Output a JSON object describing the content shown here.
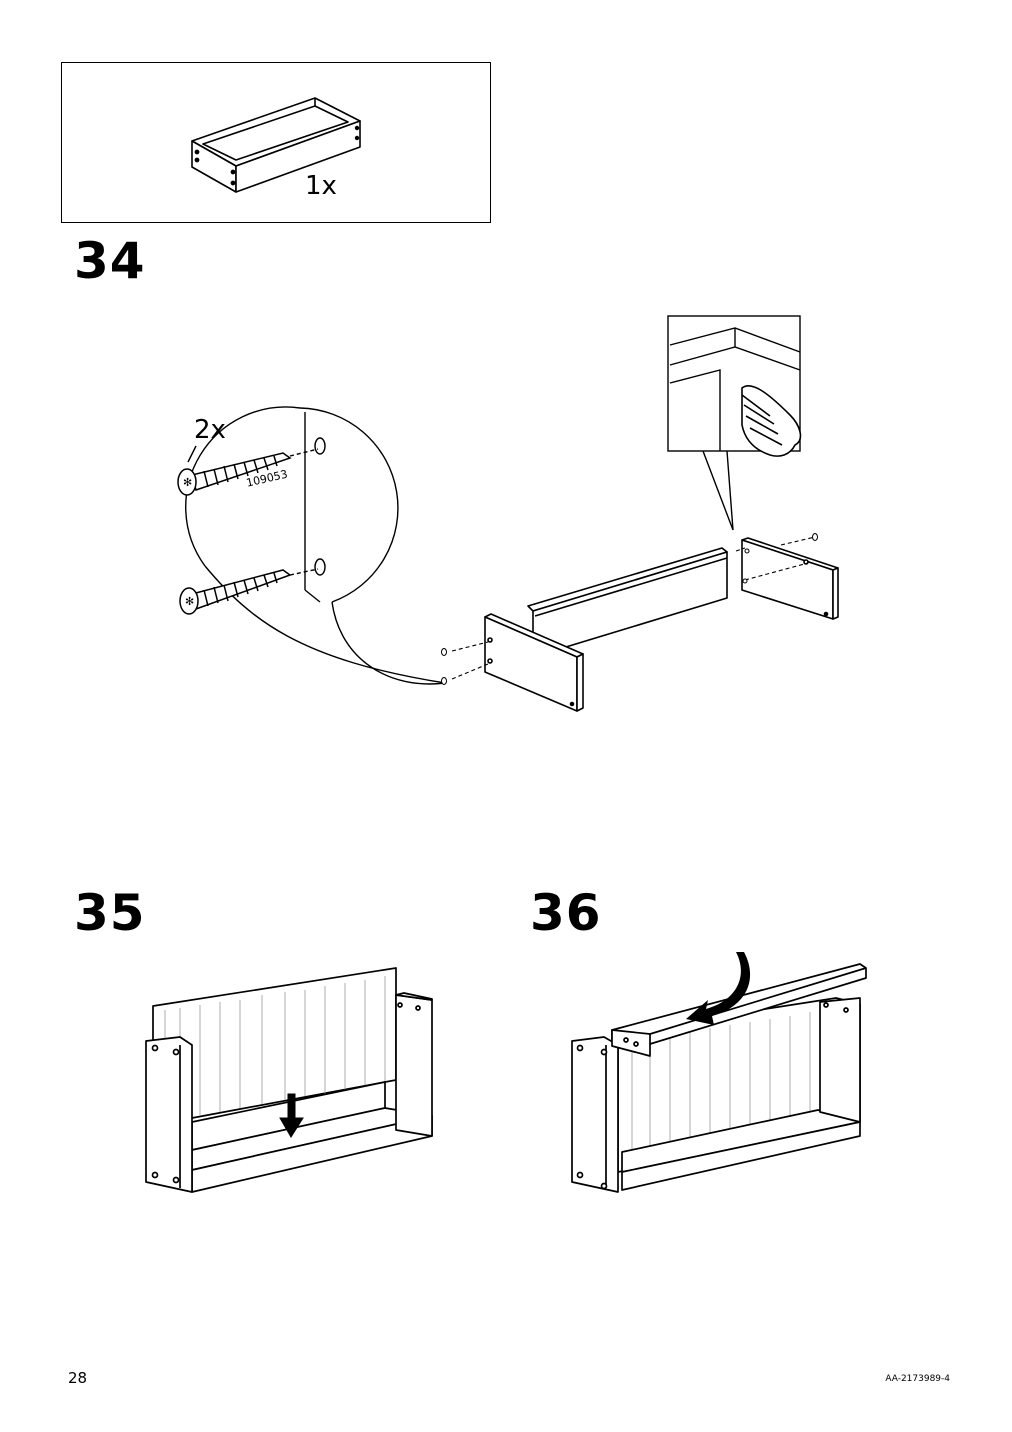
{
  "parts": {
    "quantity": "1x"
  },
  "steps": {
    "step34": {
      "number": "34",
      "screw_quantity": "2x",
      "screw_code": "109053"
    },
    "step35": {
      "number": "35"
    },
    "step36": {
      "number": "36"
    }
  },
  "footer": {
    "page_number": "28",
    "document_id": "AA-2173989-4"
  }
}
